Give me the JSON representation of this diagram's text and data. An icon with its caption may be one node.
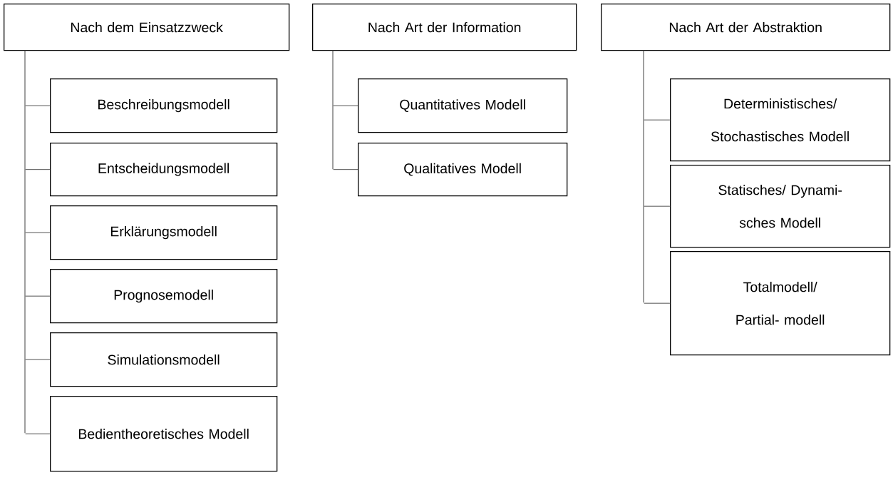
{
  "diagram": {
    "nodes": [
      {
        "text": [
          "Nach dem Einsatzzweck"
        ]
      },
      {
        "text": [],
        "shape": "bar"
      },
      {
        "text": [
          "Beschreibungsmodell"
        ]
      },
      {
        "text": [
          "Entscheidungsmodell"
        ]
      },
      {
        "text": [
          "Erklärungsmodell"
        ]
      },
      {
        "text": [
          "Prognosemodell"
        ]
      },
      {
        "text": [
          "Simulationsmodell"
        ]
      },
      {
        "text": [
          "Bedientheoretisches Modell"
        ]
      },
      {
        "text": [
          "Nach Art der Information"
        ]
      },
      {
        "text": [],
        "shape": "bar"
      },
      {
        "text": [
          "Quantitatives Modell"
        ]
      },
      {
        "text": [
          "Qualitatives Modell"
        ]
      },
      {
        "text": [
          "Nach Art der Abstraktion"
        ]
      },
      {
        "text": [],
        "shape": "bar"
      },
      {
        "text": [
          "Deterministisches/ Stochastisches Modell"
        ]
      },
      {
        "text": [
          "Statisches/ Dynami- sches Modell"
        ]
      },
      {
        "text": [
          "Totalmodell/ Partial- modell"
        ]
      }
    ],
    "edges": [
      {
        "from": 1,
        "to": 2,
        "arrow": "none"
      },
      {
        "from": 1,
        "to": 3,
        "arrow": "none"
      },
      {
        "from": 1,
        "to": 4,
        "arrow": "none"
      },
      {
        "from": 1,
        "to": 5,
        "arrow": "none"
      },
      {
        "from": 1,
        "to": 6,
        "arrow": "none"
      },
      {
        "from": 1,
        "to": 7,
        "arrow": "none"
      },
      {
        "from": 9,
        "to": 10,
        "arrow": "none"
      },
      {
        "from": 9,
        "to": 11,
        "arrow": "none"
      },
      {
        "from": 13,
        "to": 14,
        "arrow": "none"
      },
      {
        "from": 13,
        "to": 15,
        "arrow": "none"
      },
      {
        "from": 13,
        "to": 16,
        "arrow": "none"
      }
    ]
  }
}
